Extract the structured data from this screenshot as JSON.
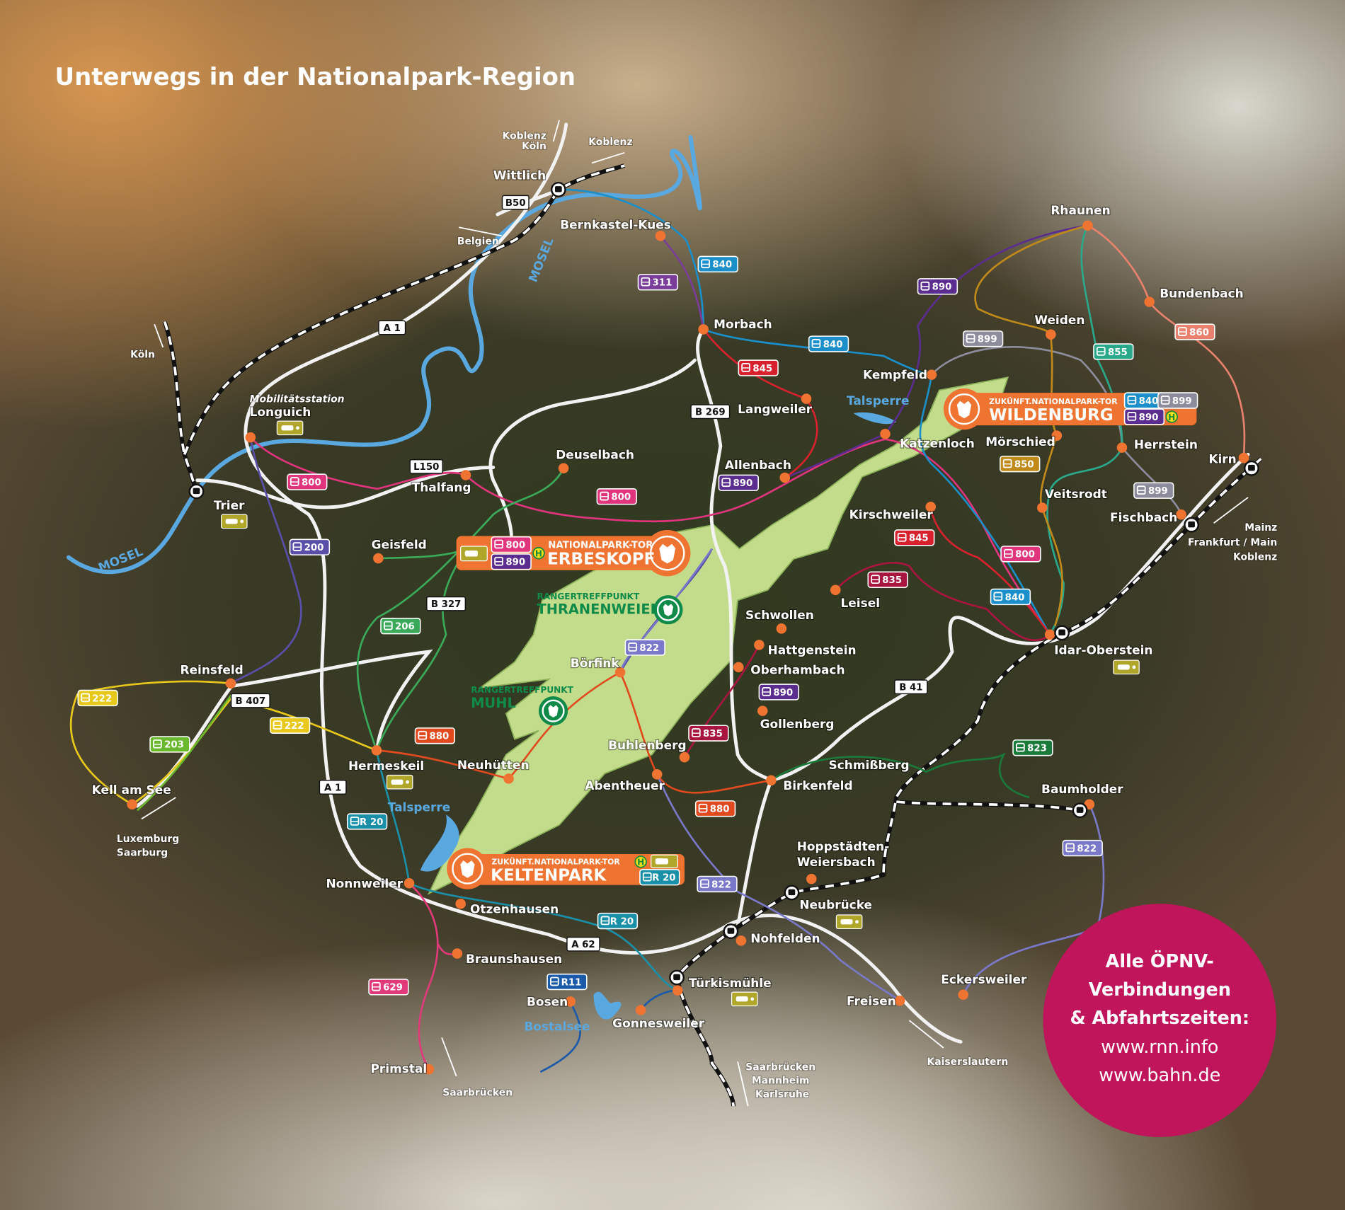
{
  "title": "Unterwegs in der Nationalpark-Region",
  "places": [
    "Wittlich",
    "Bernkastel-Kues",
    "Morbach",
    "Langweiler",
    "Allenbach",
    "Kempfeld",
    "Katzenloch",
    "Rhaunen",
    "Bundenbach",
    "Weiden",
    "Mörschied",
    "Herrstein",
    "Kirn",
    "Veitsrodt",
    "Fischbach",
    "Kirschweiler",
    "Leisel",
    "Schwollen",
    "Hattgenstein",
    "Oberhambach",
    "Idar-Oberstein",
    "Gollenberg",
    "Börfink",
    "Buhlenberg",
    "Abentheuer",
    "Schmißberg",
    "Birkenfeld",
    "Baumholder",
    "Hoppstädten-",
    "Weiersbach",
    "Neubrücke",
    "Nohfelden",
    "Türkismühle",
    "Gonnesweiler",
    "Bosen",
    "Freisen",
    "Eckersweiler",
    "Primstal",
    "Braunshausen",
    "Otzenhausen",
    "Nonnweiler",
    "Hermeskeil",
    "Neuhütten",
    "Reinsfeld",
    "Kell am See",
    "Geisfeld",
    "Thalfang",
    "Deuselbach",
    "Trier",
    "Longuich"
  ],
  "mobility_station_label": "Mobilitätsstation",
  "water": [
    "Talsperre",
    "Talsperre",
    "Bostalsee",
    "MOSEL",
    "MOSEL"
  ],
  "directions": [
    "Koblenz",
    "Köln",
    "Koblenz",
    "Belgien",
    "Köln",
    "Mainz",
    "Frankfurt / Main",
    "Koblenz",
    "Luxemburg",
    "Saarburg",
    "Saarbrücken",
    "Saarbrücken",
    "Mannheim",
    "Karlsruhe",
    "Kaiserslautern"
  ],
  "roads": [
    "B50",
    "A 1",
    "L150",
    "B 327",
    "B 269",
    "B 407",
    "A 1",
    "A 62",
    "B 41"
  ],
  "buses": [
    {
      "number": "840",
      "color": "#1a8fc9"
    },
    {
      "number": "311",
      "color": "#7a3d9a"
    },
    {
      "number": "890",
      "color": "#5b2d8e"
    },
    {
      "number": "899",
      "color": "#8c8c9c"
    },
    {
      "number": "855",
      "color": "#2aa88a"
    },
    {
      "number": "860",
      "color": "#e8826e"
    },
    {
      "number": "840",
      "color": "#1a8fc9"
    },
    {
      "number": "845",
      "color": "#d7222e"
    },
    {
      "number": "850",
      "color": "#c08a1a"
    },
    {
      "number": "899",
      "color": "#8c8c9c"
    },
    {
      "number": "890",
      "color": "#5b2d8e"
    },
    {
      "number": "800",
      "color": "#e0347c"
    },
    {
      "number": "800",
      "color": "#e0347c"
    },
    {
      "number": "200",
      "color": "#5a4fa8"
    },
    {
      "number": "845",
      "color": "#d7222e"
    },
    {
      "number": "800",
      "color": "#e0347c"
    },
    {
      "number": "835",
      "color": "#a8153f"
    },
    {
      "number": "840",
      "color": "#1a8fc9"
    },
    {
      "number": "206",
      "color": "#3aaa5a"
    },
    {
      "number": "822",
      "color": "#7a78c8"
    },
    {
      "number": "890",
      "color": "#5b2d8e"
    },
    {
      "number": "222",
      "color": "#e8c81a"
    },
    {
      "number": "222",
      "color": "#e8c81a"
    },
    {
      "number": "203",
      "color": "#6ab82d"
    },
    {
      "number": "880",
      "color": "#e04a1e"
    },
    {
      "number": "835",
      "color": "#a8153f"
    },
    {
      "number": "880",
      "color": "#e04a1e"
    },
    {
      "number": "R 20",
      "color": "#1a8fa8"
    },
    {
      "number": "822",
      "color": "#7a78c8"
    },
    {
      "number": "R 20",
      "color": "#1a8fa8"
    },
    {
      "number": "R11",
      "color": "#1a5aa8"
    },
    {
      "number": "629",
      "color": "#e03a7a"
    },
    {
      "number": "822",
      "color": "#7a78c8"
    },
    {
      "number": "823",
      "color": "#1a7a3a"
    }
  ],
  "gates": {
    "erbeskopf": {
      "kicker": "NATIONALPARK-TOR",
      "name": "ERBESKOPF",
      "buses": [
        "800",
        "890"
      ]
    },
    "wildenburg": {
      "kicker": "ZUKÜNFT.NATIONALPARK-TOR",
      "name": "WILDENBURG",
      "buses": [
        "840",
        "899",
        "890"
      ]
    },
    "keltenpark": {
      "kicker": "ZUKÜNFT.NATIONALPARK-TOR",
      "name": "KELTENPARK",
      "buses": [
        "R 20"
      ]
    }
  },
  "rangers": {
    "thranenweier": {
      "kicker": "RANGERTREFFPUNKT",
      "name": "THRANENWEIER"
    },
    "muhl": {
      "kicker": "RANGERTREFFPUNKT",
      "name": "MUHL"
    }
  },
  "stop_sign": "H",
  "info": [
    "Alle ÖPNV-",
    "Verbindungen",
    "& Abfahrtszeiten:",
    "www.rnn.info",
    "www.bahn.de"
  ],
  "colors": {
    "gate": "#ef7431",
    "park": "#c3dc8c",
    "ranger": "#0f8a48",
    "info": "#c0155a",
    "river": "#5aa8e0"
  }
}
